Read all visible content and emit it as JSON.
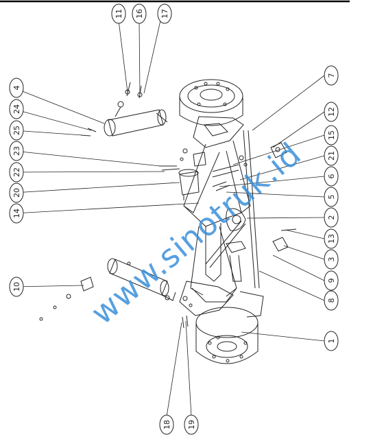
{
  "callouts": [
    {
      "id": "c1",
      "label": "1"
    },
    {
      "id": "c2",
      "label": "2"
    },
    {
      "id": "c3",
      "label": "3"
    },
    {
      "id": "c4",
      "label": "4"
    },
    {
      "id": "c5",
      "label": "5"
    },
    {
      "id": "c6",
      "label": "6"
    },
    {
      "id": "c7",
      "label": "7"
    },
    {
      "id": "c8",
      "label": "8"
    },
    {
      "id": "c9",
      "label": "9"
    },
    {
      "id": "c10",
      "label": "10"
    },
    {
      "id": "c11",
      "label": "11"
    },
    {
      "id": "c12",
      "label": "12"
    },
    {
      "id": "c13",
      "label": "13"
    },
    {
      "id": "c14",
      "label": "14"
    },
    {
      "id": "c15",
      "label": "15"
    },
    {
      "id": "c16",
      "label": "16"
    },
    {
      "id": "c17",
      "label": "17"
    },
    {
      "id": "c18",
      "label": "18"
    },
    {
      "id": "c19",
      "label": "19"
    },
    {
      "id": "c20",
      "label": "20"
    },
    {
      "id": "c21",
      "label": "21"
    },
    {
      "id": "c22",
      "label": "22"
    },
    {
      "id": "c23",
      "label": "23"
    },
    {
      "id": "c24",
      "label": "24"
    },
    {
      "id": "c25",
      "label": "25"
    }
  ],
  "watermark": "www.sinotruk.id",
  "colors": {
    "line": "#222222",
    "watermark": "#3a8fd9"
  }
}
